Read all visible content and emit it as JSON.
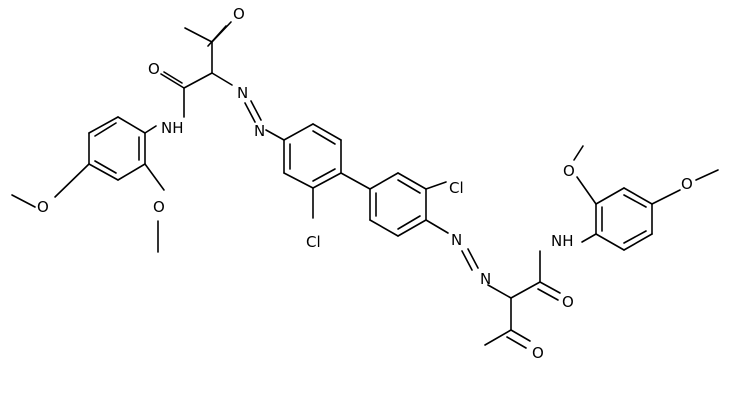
{
  "figure": {
    "kind": "structural formula",
    "background": "#ffffff",
    "ink": "#000000"
  },
  "atom_labels": {
    "o_keto_left": "O",
    "o_amide_left": "O",
    "nh_left": "NH",
    "n_azo_left_1": "N",
    "n_azo_left_2": "N",
    "o_methoxy_left_para": "O",
    "o_methoxy_left_ortho": "O",
    "cl_left": "Cl",
    "cl_right": "Cl",
    "n_azo_right_1": "N",
    "n_azo_right_2": "N",
    "o_methoxy_right_ortho": "O",
    "o_methoxy_right_para": "O",
    "nh_right": "NH",
    "o_amide_right": "O",
    "o_keto_right": "O"
  }
}
